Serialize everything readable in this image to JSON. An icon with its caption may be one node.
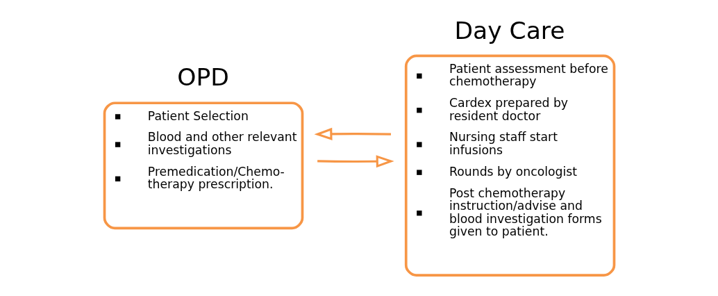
{
  "diagram": {
    "nodes": [
      {
        "text": [
          "OPD",
          "Patient Selection",
          "Blood and other relevant investigations",
          "Premedication/Chemo- therapy prescription."
        ]
      },
      {
        "text": [
          "Day Care",
          "Patient assessment before chemotherapy",
          "Cardex prepared by resident doctor",
          "Nursing staff start infusions",
          "Rounds by oncologist",
          "Post chemotherapy instruction/advise and blood investigation forms given to patient."
        ]
      }
    ],
    "edges": [
      {
        "from": 0,
        "to": 1,
        "arrow": "to"
      },
      {
        "from": 1,
        "to": 0,
        "arrow": "to"
      }
    ]
  }
}
